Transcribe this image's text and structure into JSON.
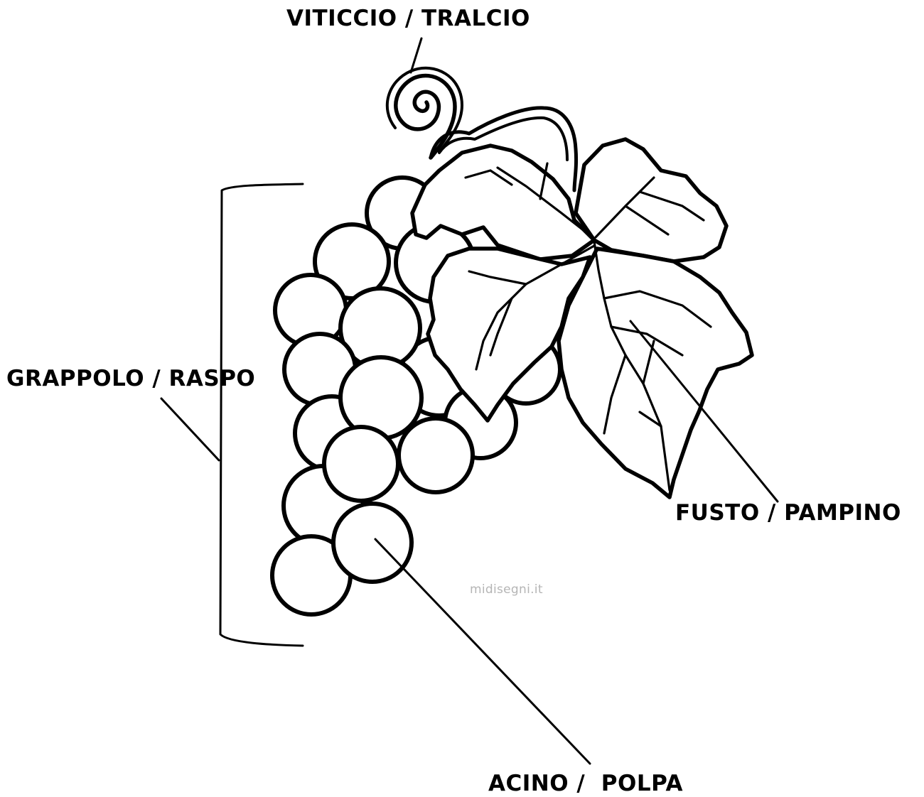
{
  "labels": {
    "tendril": "VITICCIO / TRALCIO",
    "bunch": "GRAPPOLO / RASPO",
    "stem": "FUSTO / PAMPINO",
    "berry": "ACINO /  POLPA"
  },
  "watermark": "midisegni.it",
  "colors": {
    "ink": "#000000",
    "background": "#ffffff",
    "watermark": "#b5b5b5"
  }
}
